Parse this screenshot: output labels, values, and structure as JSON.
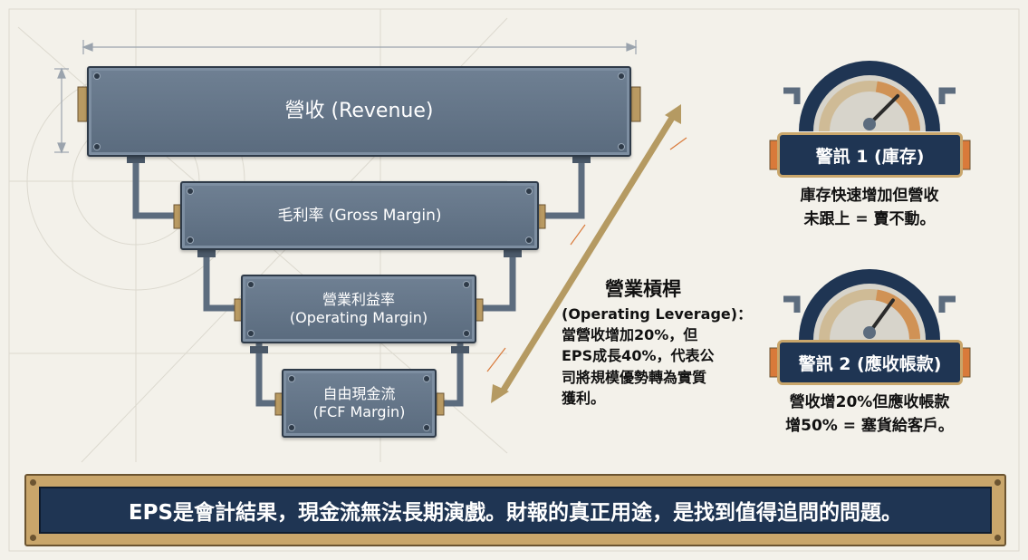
{
  "funnel": {
    "revenue": "營收 (Revenue)",
    "gross_margin": "毛利率 (Gross Margin)",
    "operating_margin_line1": "營業利益率",
    "operating_margin_line2": "(Operating Margin)",
    "fcf_line1": "自由現金流",
    "fcf_line2": "(FCF Margin)"
  },
  "leverage": {
    "title": "營業槓桿",
    "lines": [
      "(Operating Leverage)：",
      "當營收增加20%，但",
      "EPS成長40%，代表公",
      "司將規模優勢轉為實質",
      "獲利。"
    ]
  },
  "alerts": [
    {
      "label": "警訊 1 (庫存)",
      "desc_line1": "庫存快速增加但營收",
      "desc_line2": "未跟上 = 賣不動。",
      "gauge_level": 0.75
    },
    {
      "label": "警訊 2 (應收帳款)",
      "desc_line1": "營收增20%但應收帳款",
      "desc_line2": "增50% = 塞貨給客戶。",
      "gauge_level": 0.7
    }
  ],
  "banner": {
    "text": "EPS是會計結果，現金流無法長期演戲。財報的真正用途，是找到值得追問的問題。"
  },
  "colors": {
    "panel": "#5f7084",
    "navy": "#1f3553",
    "gold": "#c9a66b",
    "arrow": "#b59a62",
    "accent_orange": "#d97a3a",
    "paper": "#f3f1ea"
  }
}
